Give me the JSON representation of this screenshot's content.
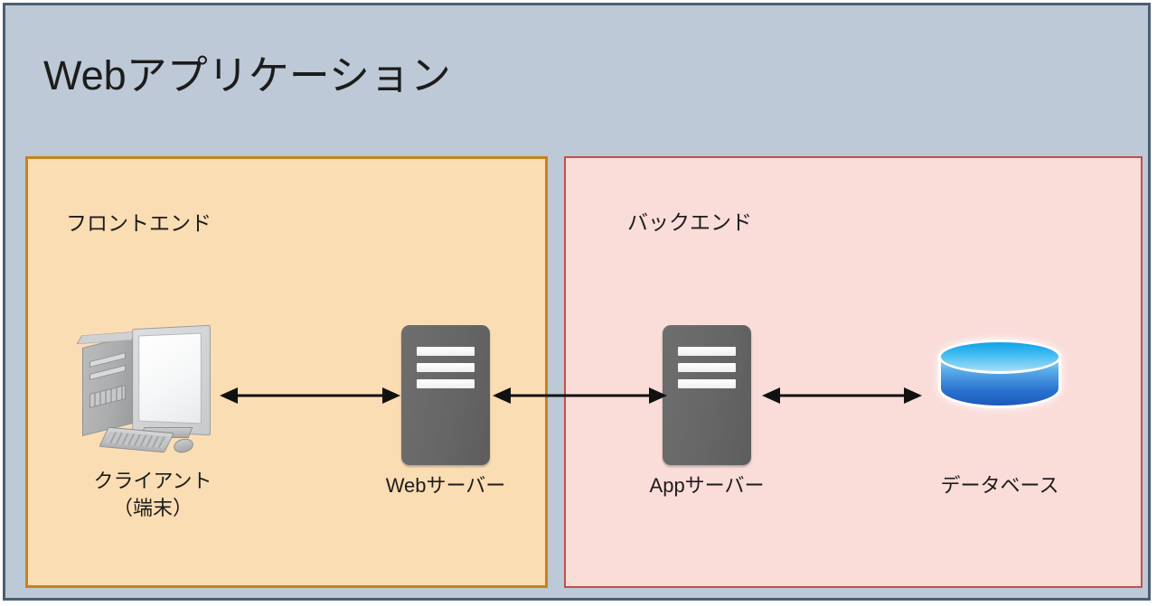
{
  "diagram": {
    "title": "Webアプリケーション",
    "title_color": "#1c1c1c",
    "panel_background": "#bdc9d6",
    "panel_border": "#4b5f74",
    "zones": [
      {
        "id": "frontend",
        "label": "フロントエンド",
        "background": "#fbddb4",
        "border": "#c8821a"
      },
      {
        "id": "backend",
        "label": "バックエンド",
        "background": "#fadcd9",
        "border": "#c0504d"
      }
    ],
    "nodes": [
      {
        "id": "client",
        "icon": "desktop-computer-icon",
        "label": "クライアント",
        "sublabel": "（端末）",
        "zone": "frontend"
      },
      {
        "id": "web-server",
        "icon": "server-icon",
        "label": "Webサーバー",
        "sublabel": "",
        "zone": "frontend"
      },
      {
        "id": "app-server",
        "icon": "server-icon",
        "label": "Appサーバー",
        "sublabel": "",
        "zone": "backend"
      },
      {
        "id": "database",
        "icon": "database-cylinder-icon",
        "label": "データベース",
        "sublabel": "",
        "zone": "backend"
      }
    ],
    "connections": [
      {
        "id": "client-webserver",
        "from": "client",
        "to": "web-server",
        "style": "double-headed-arrow",
        "color": "#111111"
      },
      {
        "id": "webserver-appserver",
        "from": "web-server",
        "to": "app-server",
        "style": "double-headed-arrow",
        "color": "#111111"
      },
      {
        "id": "appserver-database",
        "from": "app-server",
        "to": "database",
        "style": "double-headed-arrow",
        "color": "#111111"
      }
    ]
  }
}
